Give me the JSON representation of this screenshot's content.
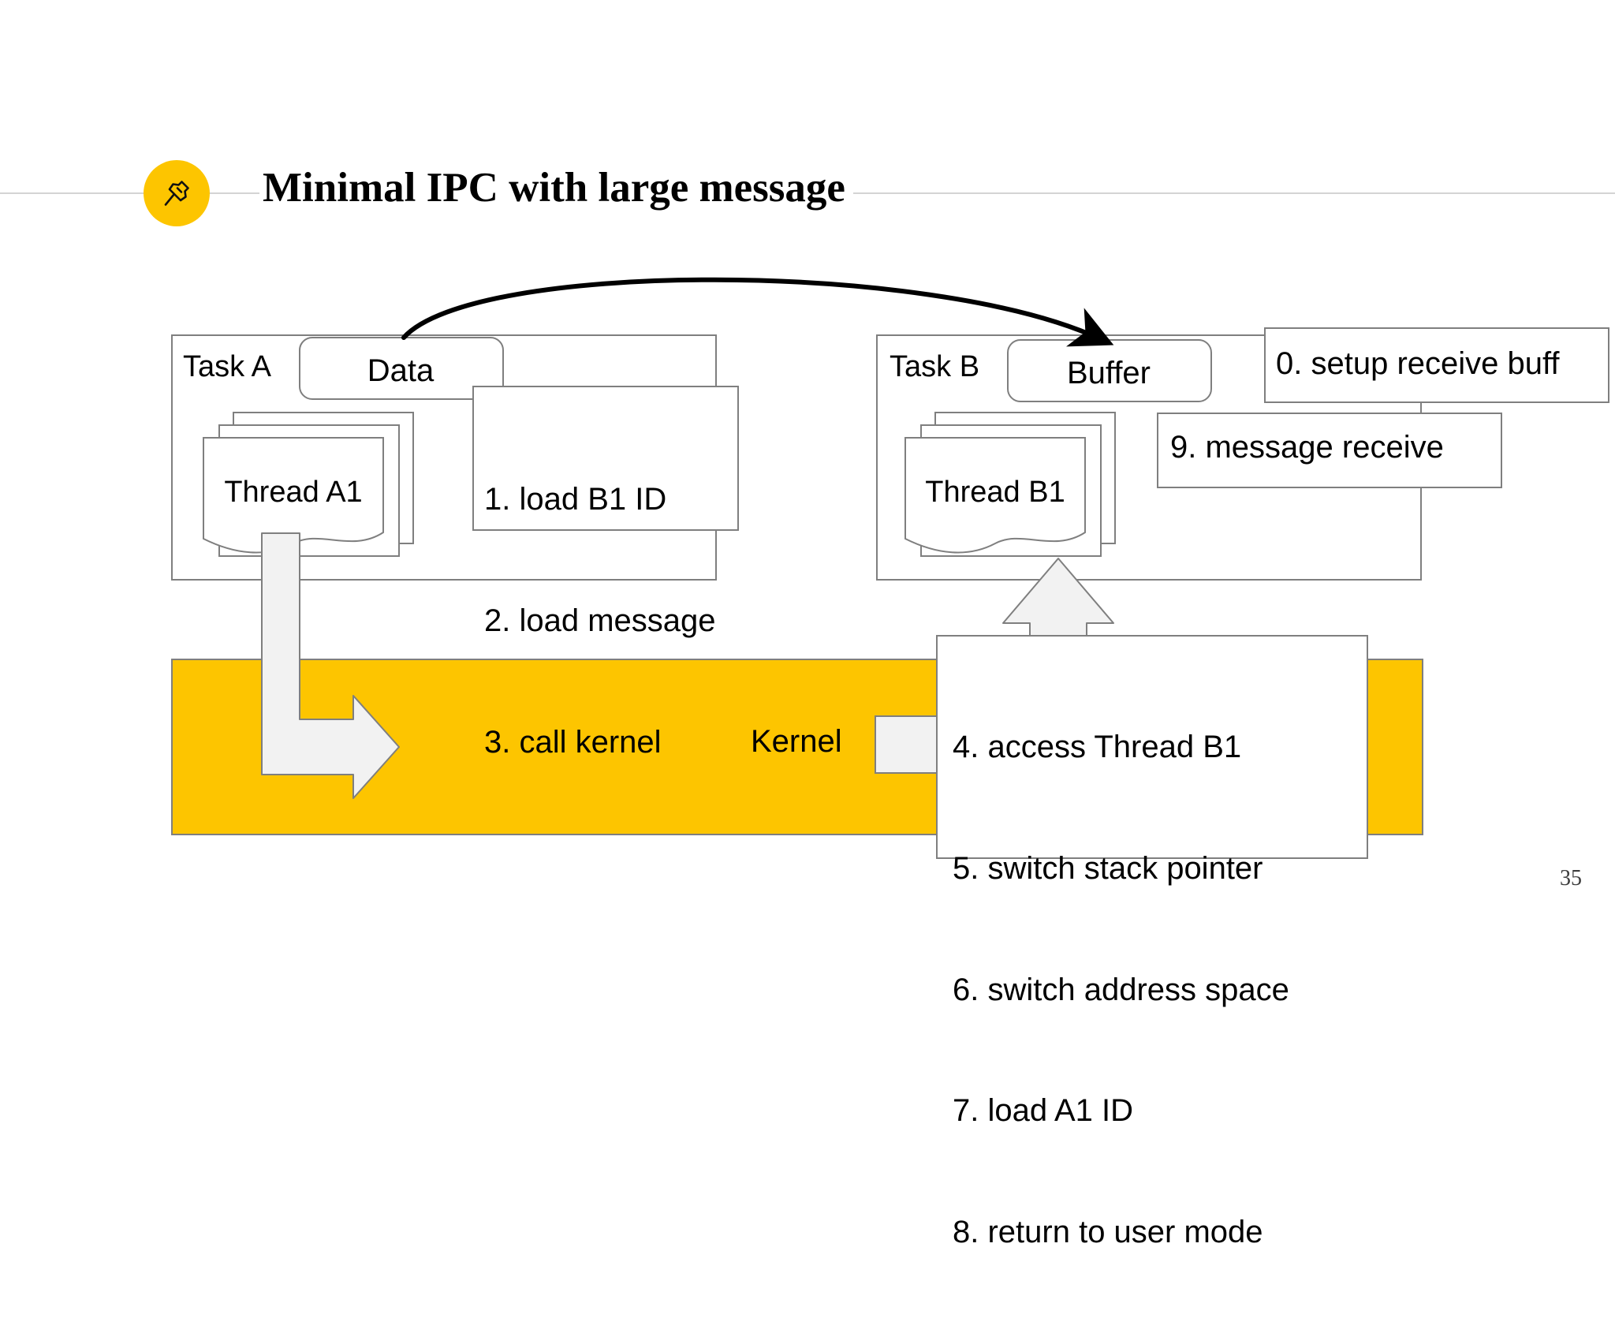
{
  "slide": {
    "title": "Minimal IPC with large message",
    "page_number": "35",
    "badge_icon": "pushpin-icon"
  },
  "colors": {
    "accent_yellow": "#fdc500",
    "kernel_band": "#fdc500",
    "box_stroke": "#808080",
    "arrow_fill": "#f2f2f2",
    "arrow_stroke": "#7f7f7f",
    "message_arrow": "#000000",
    "header_rule": "#d4d4d4"
  },
  "diagram": {
    "type": "sequence-block-diagram",
    "task_a": {
      "label": "Task A",
      "memory_box": "Data",
      "thread": "Thread A1",
      "thread_stack_count": 3,
      "steps_box": {
        "name": "user-steps-task-a",
        "lines": [
          "1. load B1 ID",
          "2. load message",
          "3. call kernel"
        ]
      }
    },
    "task_b": {
      "label": "Task B",
      "memory_box": "Buffer",
      "thread": "Thread B1",
      "thread_stack_count": 3,
      "setup_box": {
        "name": "setup-receive-buffer",
        "lines": [
          "0. setup receive buff"
        ]
      },
      "receive_box": {
        "name": "message-receive",
        "lines": [
          "9. message receive"
        ]
      }
    },
    "kernel": {
      "label": "Kernel",
      "steps_box": {
        "name": "kernel-steps",
        "lines": [
          "4. access Thread B1",
          "5. switch stack pointer",
          "6. switch address space",
          "7. load A1 ID",
          "8. return to user mode"
        ]
      }
    },
    "arrows": [
      {
        "name": "message-copy-arrow",
        "from": "Data",
        "to": "Buffer",
        "style": "curved-black"
      },
      {
        "name": "syscall-arrow",
        "from": "Thread A1",
        "to": "Kernel",
        "style": "elbow-down-right"
      },
      {
        "name": "return-arrow",
        "from": "Kernel",
        "to": "Thread B1",
        "style": "block-up"
      }
    ]
  }
}
